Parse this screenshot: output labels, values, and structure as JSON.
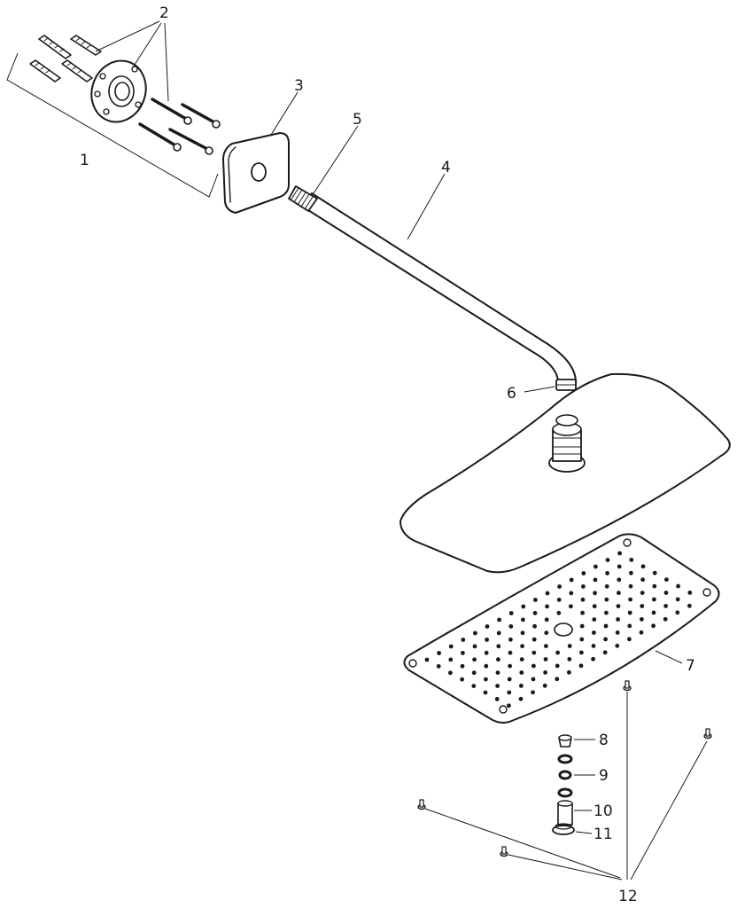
{
  "diagram": {
    "type": "exploded-parts-view",
    "callouts": [
      {
        "id": "1",
        "label": "1"
      },
      {
        "id": "2",
        "label": "2"
      },
      {
        "id": "3",
        "label": "3"
      },
      {
        "id": "4",
        "label": "4"
      },
      {
        "id": "5",
        "label": "5"
      },
      {
        "id": "6",
        "label": "6"
      },
      {
        "id": "7",
        "label": "7"
      },
      {
        "id": "8",
        "label": "8"
      },
      {
        "id": "9",
        "label": "9"
      },
      {
        "id": "10",
        "label": "10"
      },
      {
        "id": "11",
        "label": "11"
      },
      {
        "id": "12",
        "label": "12"
      }
    ],
    "colors": {
      "ink": "#1a1a1a",
      "background": "#ffffff"
    }
  }
}
